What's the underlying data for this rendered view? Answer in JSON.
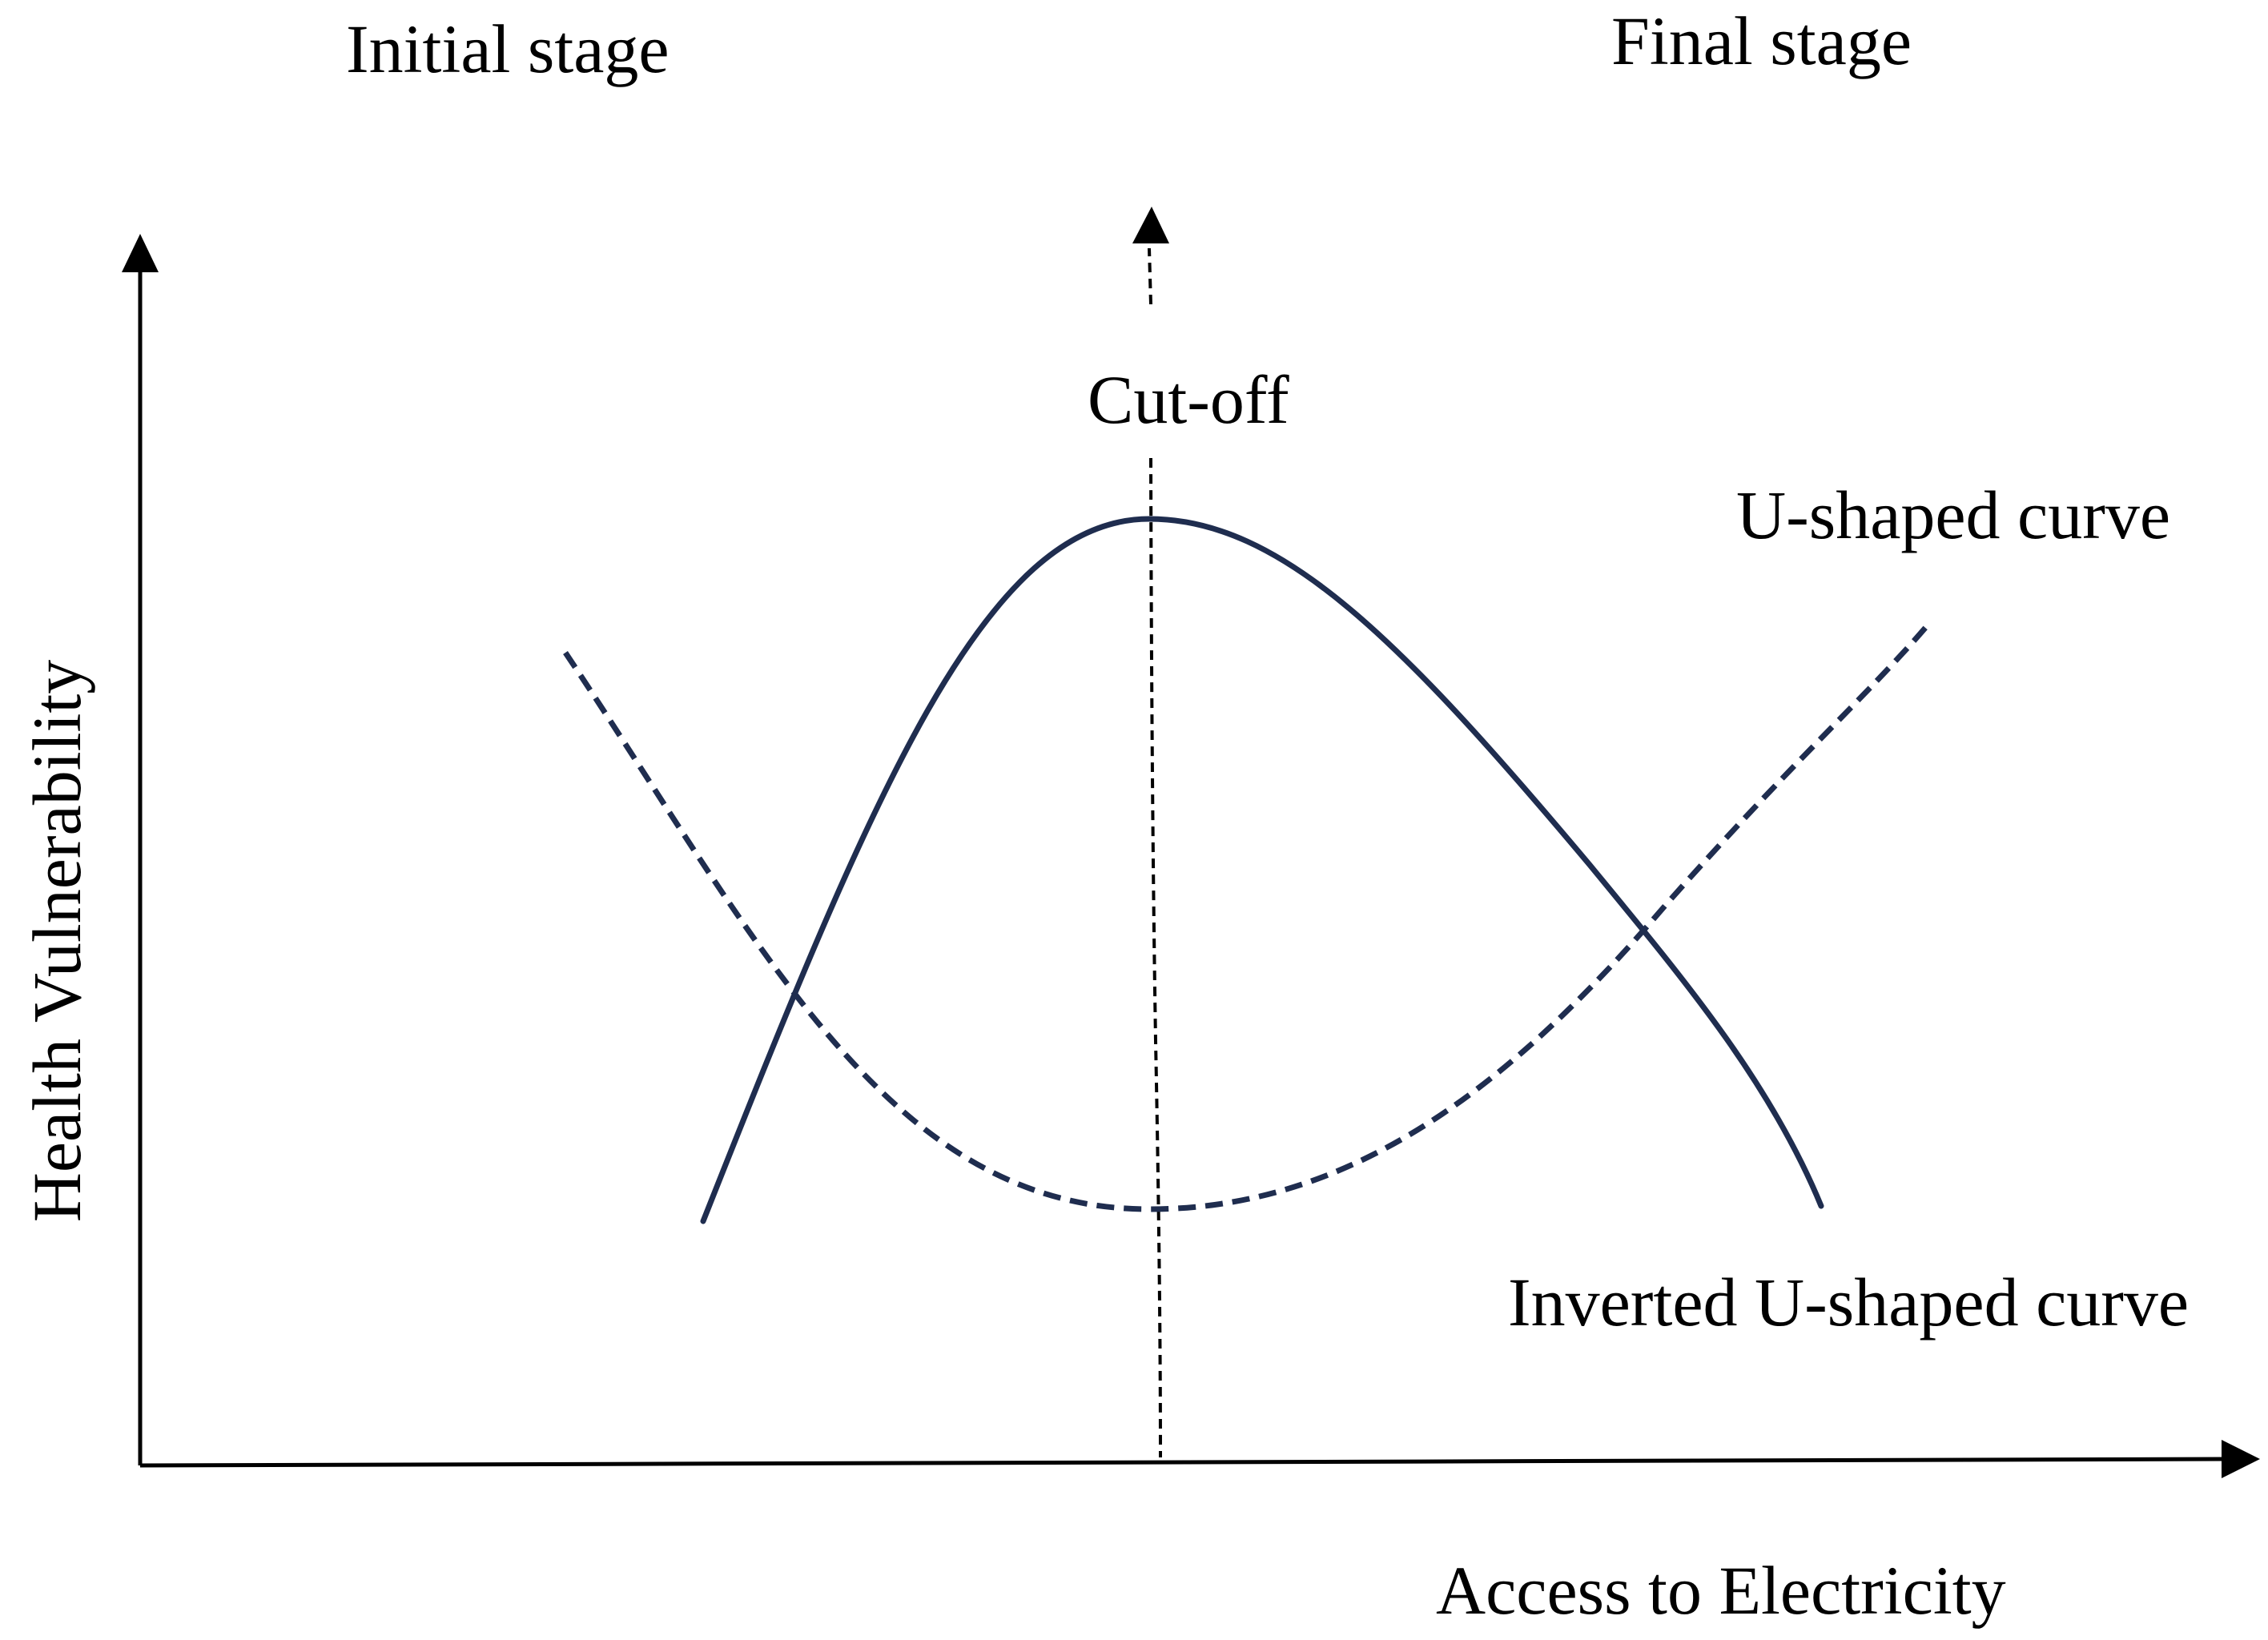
{
  "labels": {
    "initial_stage": "Initial stage",
    "final_stage": "Final stage",
    "cutoff": "Cut-off",
    "u_shaped": "U-shaped curve",
    "inverted_u_shaped": "Inverted U-shaped curve",
    "y_axis": "Health Vulnerability",
    "x_axis": "Access to Electricity"
  },
  "colors": {
    "curve": "#1f2d4f",
    "axis": "#000000",
    "text": "#000000"
  }
}
